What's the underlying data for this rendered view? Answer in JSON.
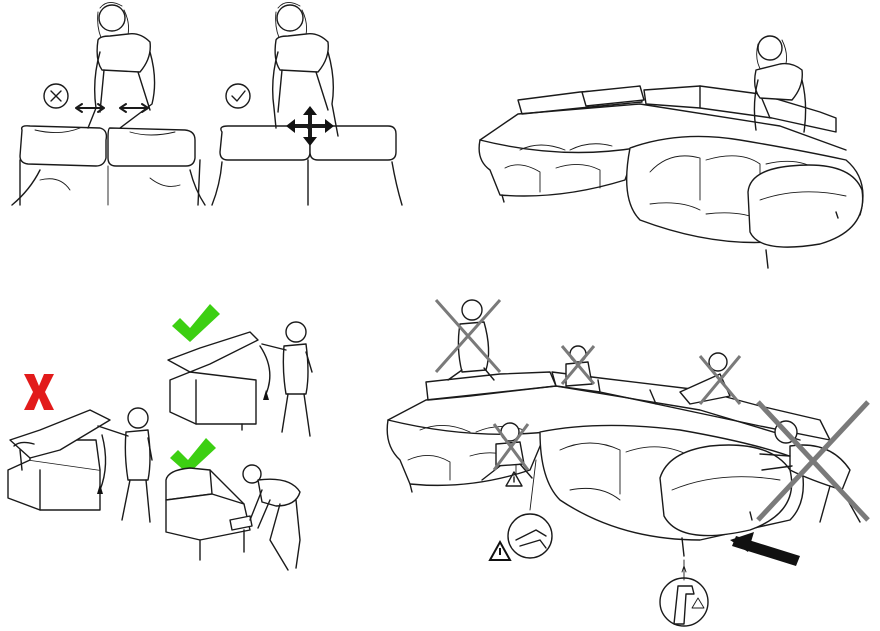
{
  "colors": {
    "line": "#1a1a1a",
    "forbidden": "#e21b1b",
    "correct": "#3ccf12",
    "cross_gray": "#7a7a7a",
    "arrow": "#111111"
  },
  "panels": [
    {
      "name": "cushion-alignment",
      "icons": [
        "wrong-circle-x-icon",
        "correct-circle-check-icon",
        "horizontal-arrows-icon",
        "four-way-arrow-icon"
      ]
    },
    {
      "name": "smoothing-upholstery",
      "icons": [
        "person-icon",
        "corner-sofa-icon"
      ]
    },
    {
      "name": "opening-storage",
      "icons": [
        "red-x-icon",
        "green-check-icon",
        "green-check-icon"
      ]
    },
    {
      "name": "forbidden-uses",
      "icons": [
        "gray-x-icon",
        "warning-triangle-icon",
        "finger-pinch-icon",
        "leg-hazard-icon",
        "push-arrow-icon"
      ]
    }
  ]
}
